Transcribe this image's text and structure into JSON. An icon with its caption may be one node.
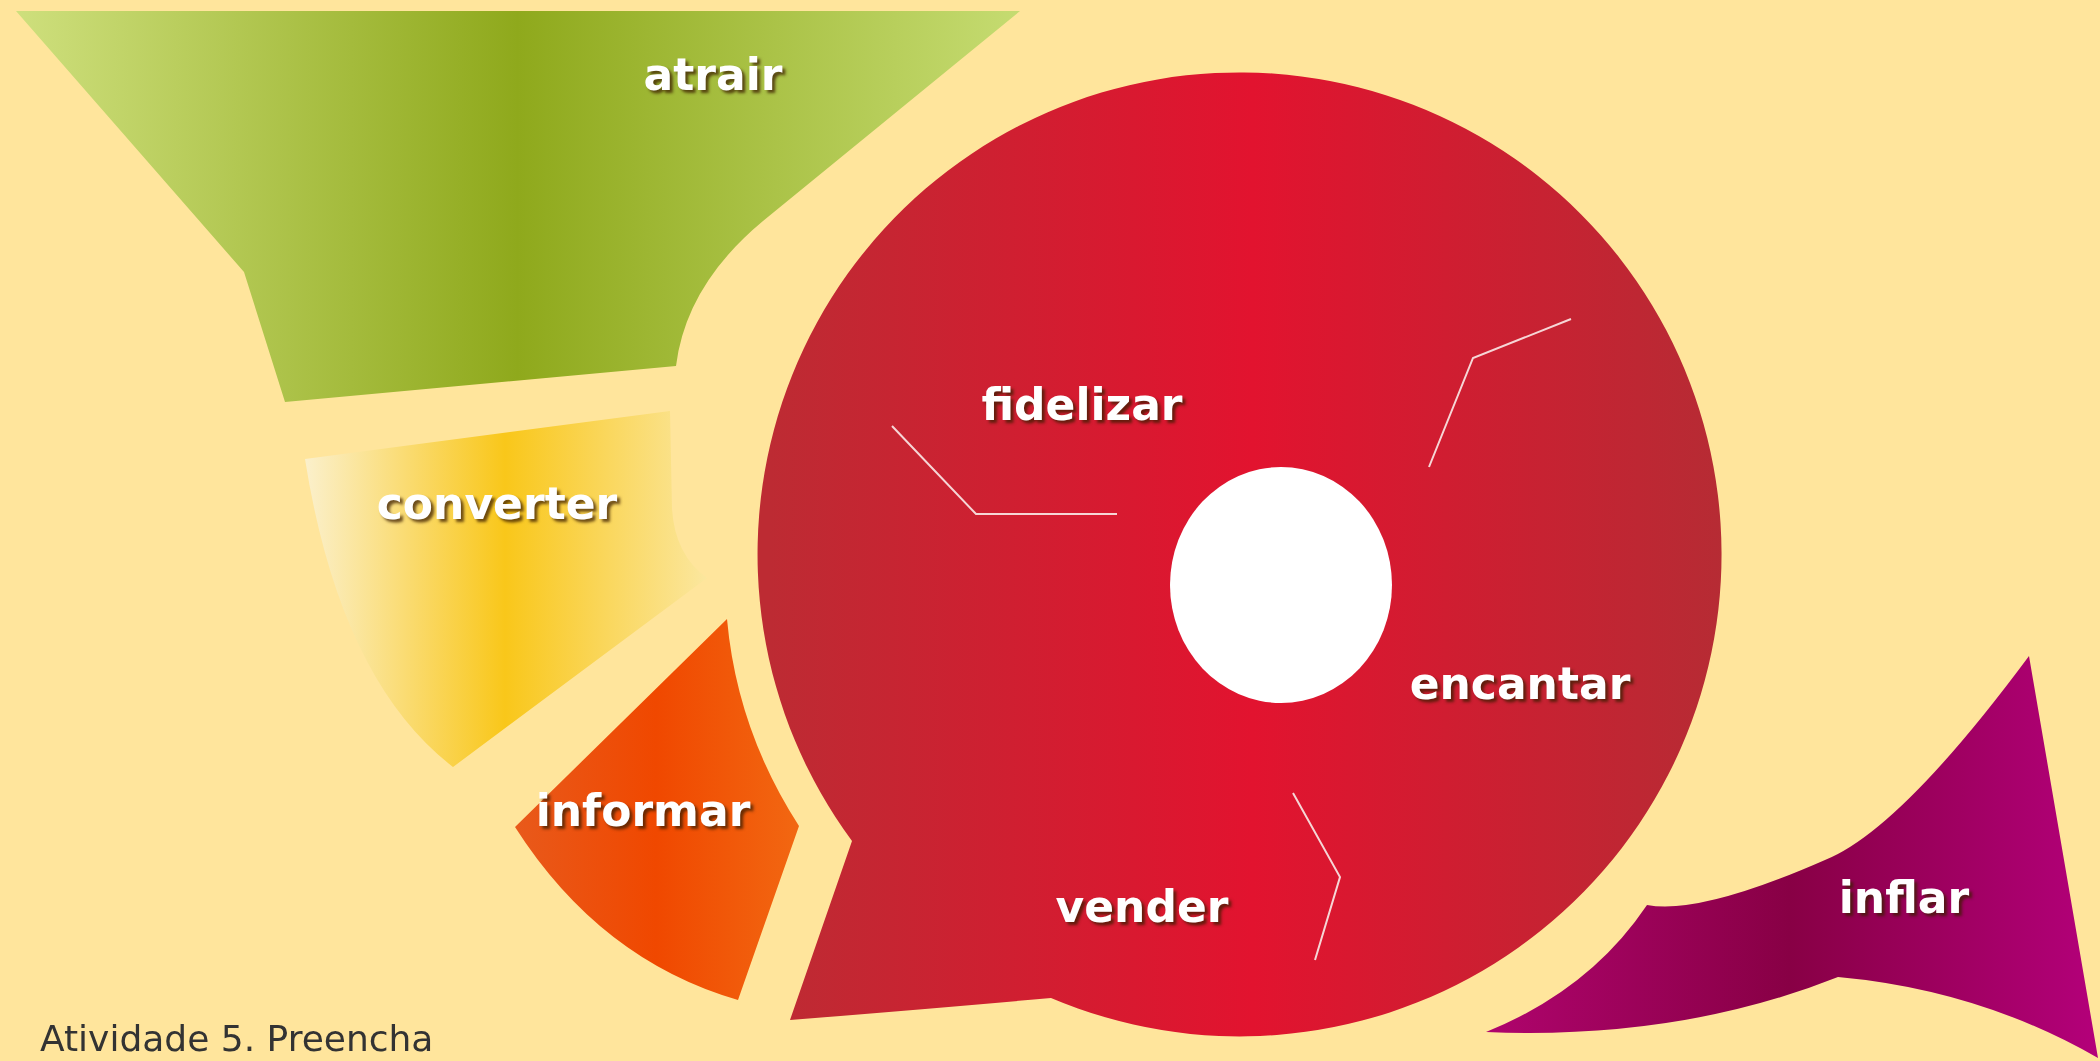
{
  "diagram": {
    "nodes": [
      {
        "text": [
          "atrair"
        ]
      },
      {
        "text": [
          "converter"
        ]
      },
      {
        "text": [
          "informar"
        ]
      },
      {
        "text": [
          "fidelizar",
          "encantar",
          "vender"
        ]
      },
      {
        "text": [
          "inflar"
        ]
      }
    ],
    "labels": [
      "Atividade 5. Preencha"
    ]
  }
}
